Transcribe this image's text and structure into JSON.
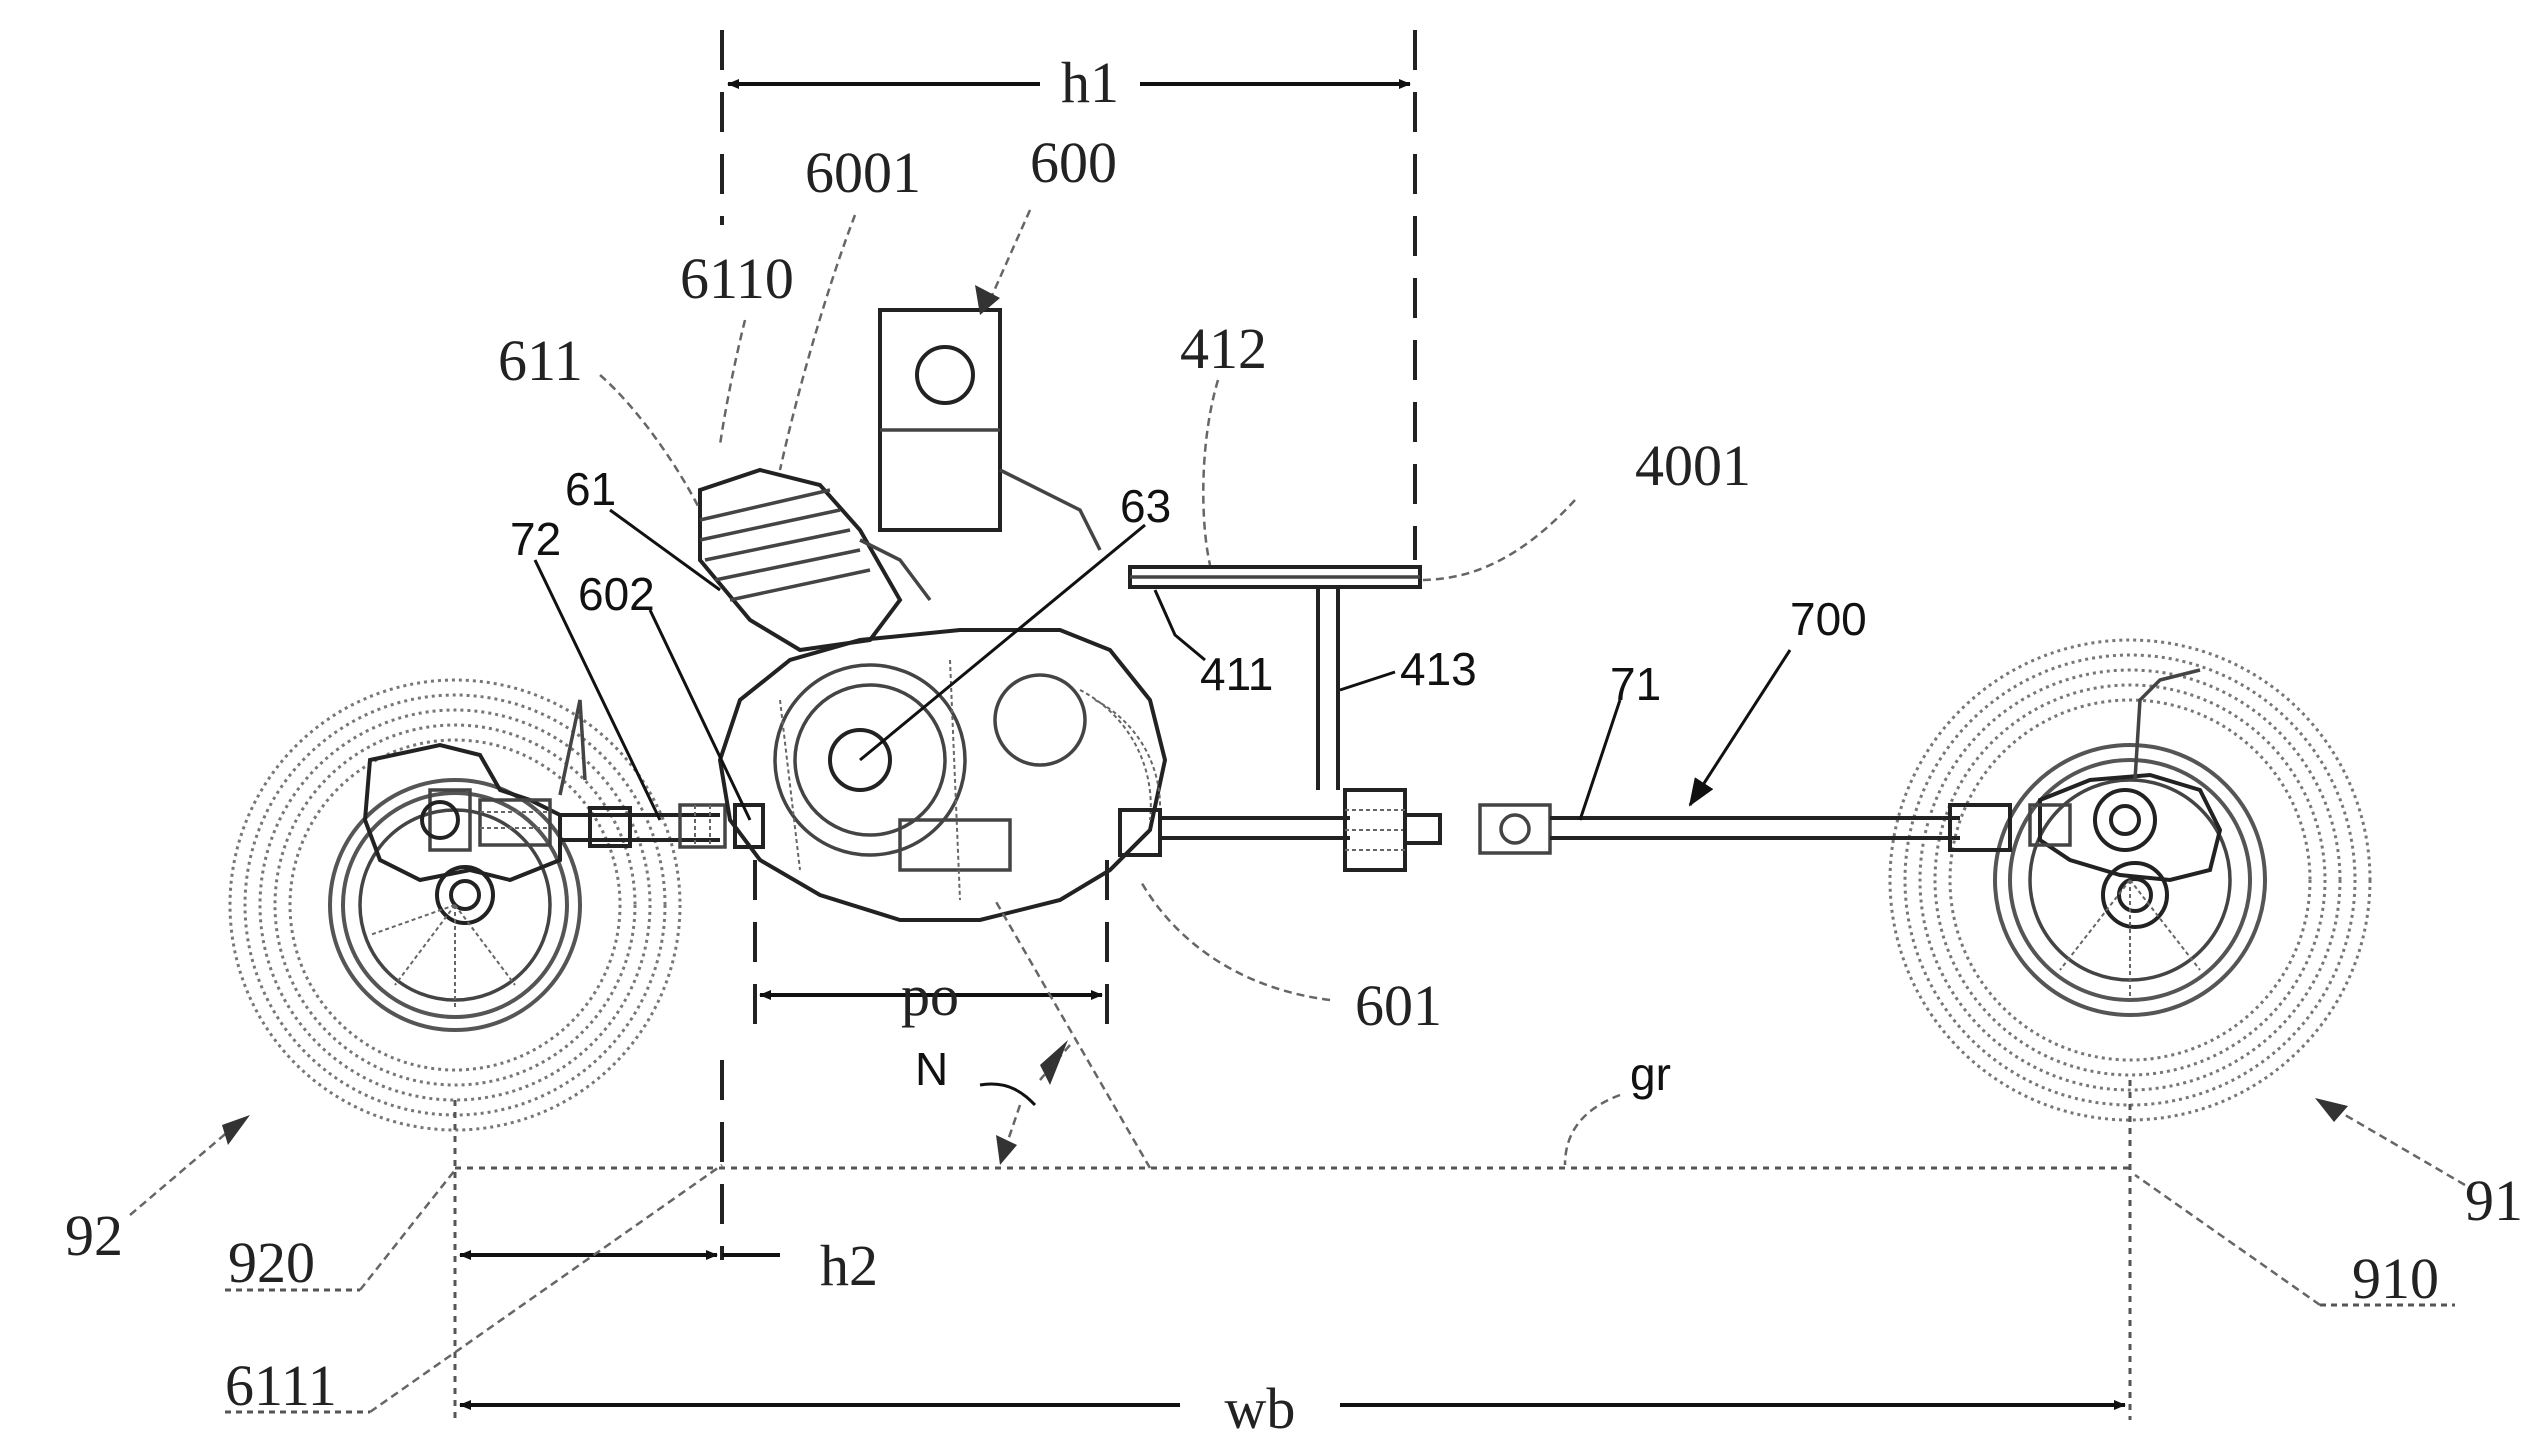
{
  "labels": {
    "h1": "h1",
    "6001": "6001",
    "600": "600",
    "6110": "6110",
    "611": "611",
    "412": "412",
    "4001": "4001",
    "61": "61",
    "63": "63",
    "72": "72",
    "602": "602",
    "411": "411",
    "413": "413",
    "700": "700",
    "71": "71",
    "po": "po",
    "601": "601",
    "N": "N",
    "gr": "gr",
    "92": "92",
    "91": "91",
    "920": "920",
    "910": "910",
    "h2": "h2",
    "6111": "6111",
    "wb": "wb"
  }
}
